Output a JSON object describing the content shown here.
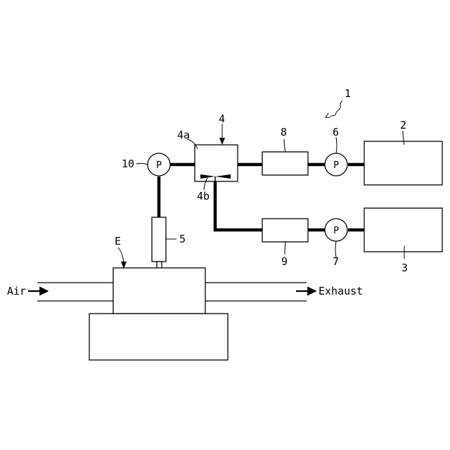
{
  "labels": {
    "system": "1",
    "tank_2": "2",
    "tank_3": "3",
    "mixer": "4",
    "mixer_a": "4a",
    "mixer_b": "4b",
    "injector": "5",
    "pump_6": "6",
    "pump_7": "7",
    "filter_8": "8",
    "filter_9": "9",
    "pump_10": "10",
    "engine": "E"
  },
  "pump_symbol": "P",
  "flow": {
    "inlet": "Air",
    "outlet": "Exhaust"
  }
}
